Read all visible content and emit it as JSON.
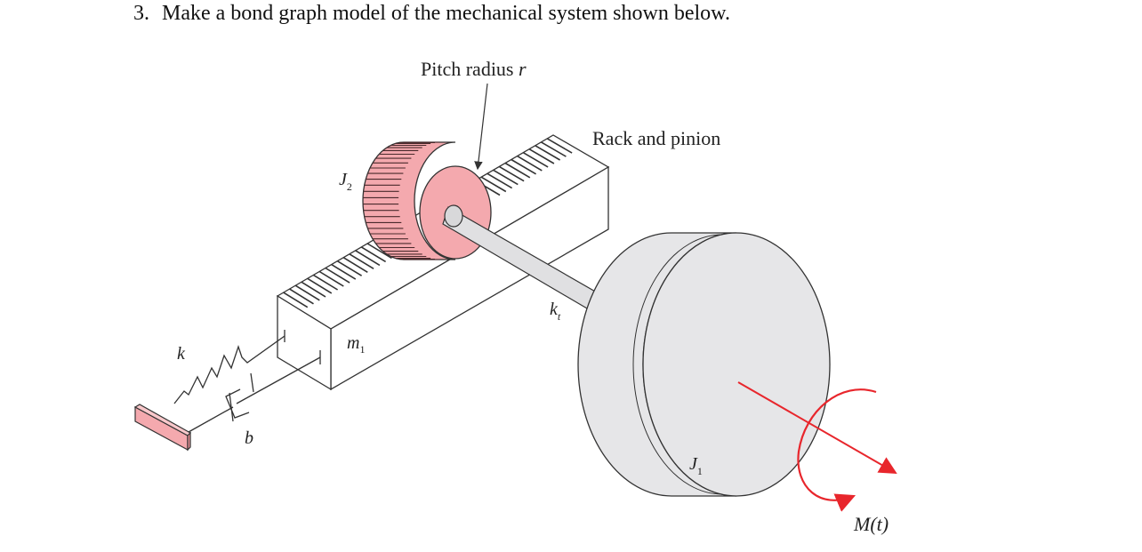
{
  "question": {
    "number": "3.",
    "text": "Make a bond graph model of the mechanical system shown below."
  },
  "labels": {
    "pitch_radius": "Pitch radius",
    "pitch_radius_symbol": "r",
    "rack_and_pinion": "Rack and pinion",
    "j2": "J",
    "j2_sub": "2",
    "m1": "m",
    "m1_sub": "1",
    "kt": "k",
    "kt_sub": "t",
    "k": "k",
    "b": "b",
    "j1": "J",
    "j1_sub": "1",
    "moment": "M(t)"
  },
  "colors": {
    "pinion_fill": "#f4a9ae",
    "wall_fill": "#f4a9ae",
    "disk_fill": "#e6e6e8",
    "shaft_fill": "#e0e0e2",
    "moment_arrow": "#e8262c",
    "line": "#333333"
  }
}
